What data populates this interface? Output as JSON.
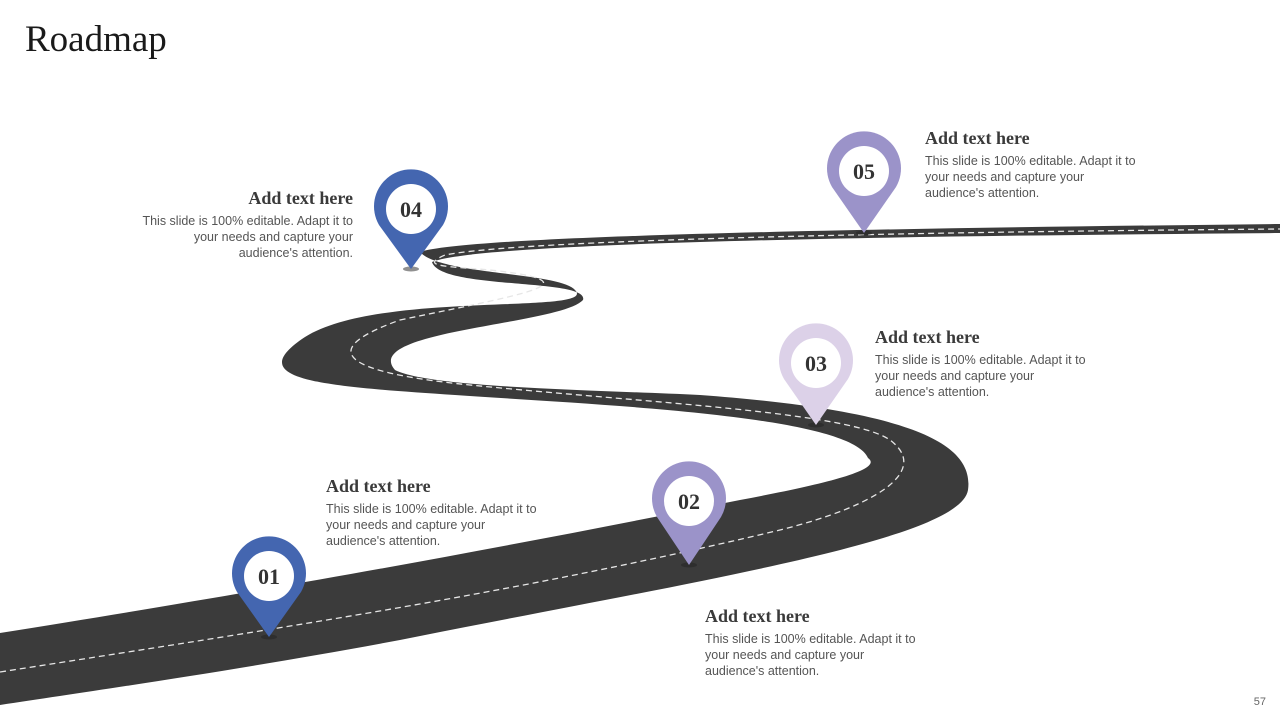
{
  "slide": {
    "title": "Roadmap",
    "page_number": "57"
  },
  "milestones": [
    {
      "number": "01",
      "heading": "Add text here",
      "body": "This slide is 100% editable. Adapt it to your needs and capture your audience's attention.",
      "color": "#4466b0"
    },
    {
      "number": "02",
      "heading": "Add text here",
      "body": "This slide is 100% editable. Adapt it to your needs and capture your audience's attention.",
      "color": "#9b93c9"
    },
    {
      "number": "03",
      "heading": "Add text here",
      "body": "This slide is 100% editable. Adapt it to your needs and capture your audience's attention.",
      "color": "#dcd1e8"
    },
    {
      "number": "04",
      "heading": "Add text here",
      "body": "This slide is 100% editable. Adapt it to your needs and capture your audience's attention.",
      "color": "#4466b0"
    },
    {
      "number": "05",
      "heading": "Add text here",
      "body": "This slide is 100% editable. Adapt it to your needs and capture your audience's attention.",
      "color": "#9b93c9"
    }
  ],
  "colors": {
    "road": "#3b3b3b",
    "road_center_line": "#e6e6e6",
    "marker_inner": "#ffffff"
  }
}
